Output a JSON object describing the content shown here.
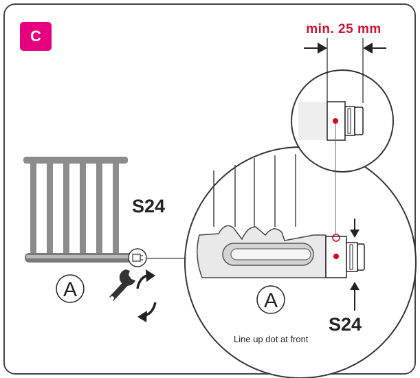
{
  "badge": {
    "label": "C",
    "color": "#e6007e"
  },
  "dimension": {
    "label": "min. 25 mm",
    "color": "#d40f2f"
  },
  "parts": {
    "spanner_size_main": "S24",
    "spanner_size_detail": "S24",
    "valve_left": "A",
    "valve_detail": "A"
  },
  "instruction": "Line up dot at front",
  "colors": {
    "marker_dot": "#d0021b",
    "outline": "#444444",
    "radiator_fill": "#8c8c8c"
  },
  "icons": [
    "spanner-icon",
    "rotate-arrows-icon",
    "arrow-down-icon",
    "arrow-up-icon"
  ]
}
